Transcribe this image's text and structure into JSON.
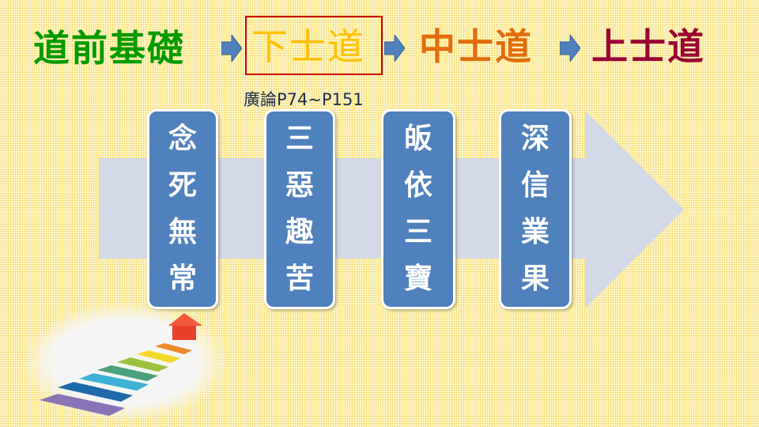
{
  "stages": [
    {
      "label": "道前基礎",
      "color": "#009a00"
    },
    {
      "label": "下士道",
      "color": "#ffc000"
    },
    {
      "label": "中士道",
      "color": "#e36c0a"
    },
    {
      "label": "上士道",
      "color": "#990033"
    }
  ],
  "highlight_color": "#d00000",
  "page_ref": "廣論P74~P151",
  "boxes": [
    {
      "chars": [
        "念",
        "死",
        "無",
        "常"
      ]
    },
    {
      "chars": [
        "三",
        "惡",
        "趣",
        "苦"
      ]
    },
    {
      "chars": [
        "皈",
        "依",
        "三",
        "寶"
      ]
    },
    {
      "chars": [
        "深",
        "信",
        "業",
        "果"
      ]
    }
  ],
  "colors": {
    "box": "#4f81bd",
    "big_arrow": "#d3d9e6",
    "small_arrow": "#4f81bd"
  }
}
